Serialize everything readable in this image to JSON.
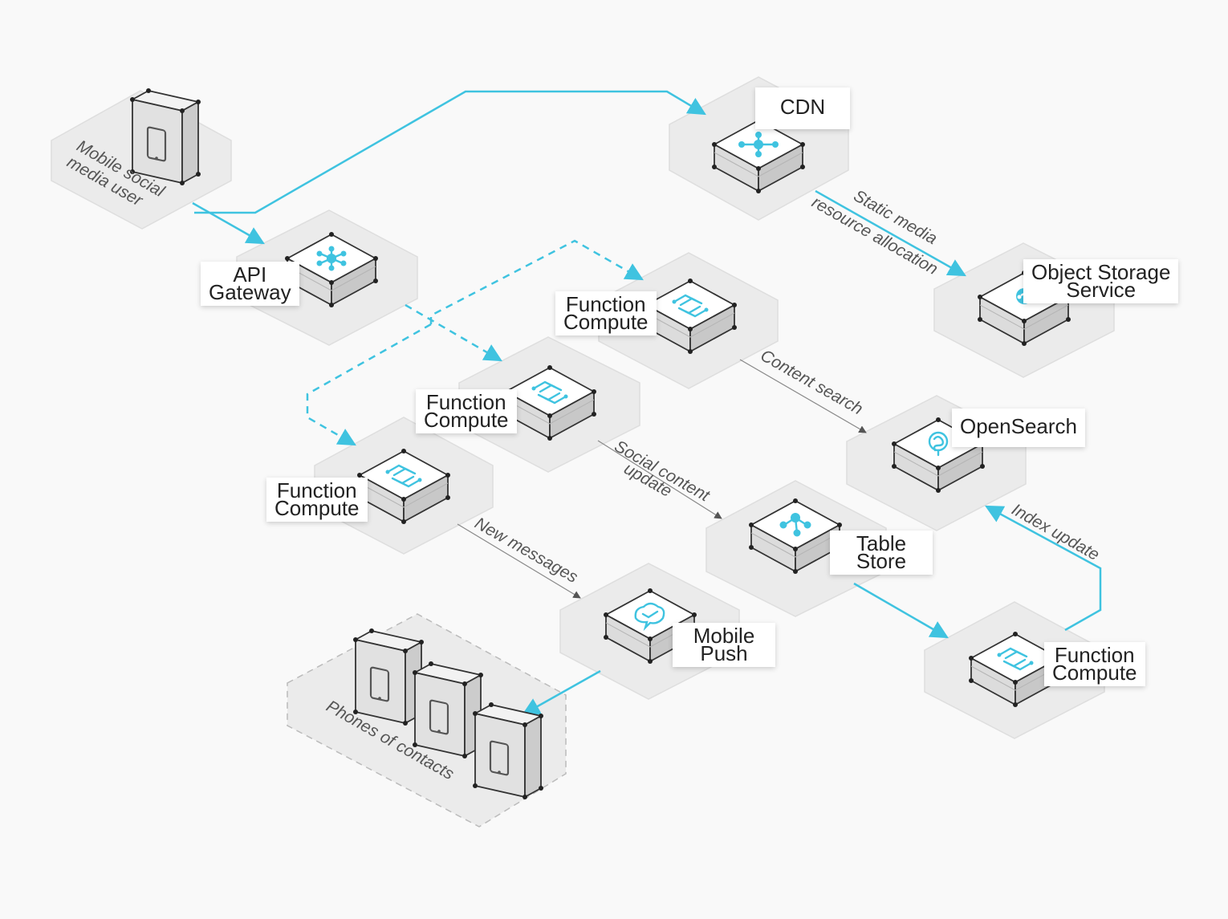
{
  "colors": {
    "accent": "#3fc3e0",
    "plate": "#ebebeb",
    "plate_stroke": "#d9d9d9",
    "label_bg": "#ffffff",
    "text": "#222222",
    "edge_text": "#555555"
  },
  "nodes": {
    "mobile_user": {
      "label": "Mobile social media user",
      "label_lines": [
        "Mobile social",
        "media user"
      ],
      "icon": "phone-device-icon"
    },
    "api_gateway": {
      "label_lines": [
        "API",
        "Gateway"
      ],
      "icon": "api-gateway-icon"
    },
    "cdn": {
      "label_lines": [
        "CDN"
      ],
      "icon": "cdn-icon"
    },
    "oss": {
      "label_lines": [
        "Object Storage",
        "Service"
      ],
      "icon": "object-storage-icon"
    },
    "fc_top": {
      "label_lines": [
        "Function",
        "Compute"
      ],
      "icon": "function-compute-icon"
    },
    "fc_mid": {
      "label_lines": [
        "Function",
        "Compute"
      ],
      "icon": "function-compute-icon"
    },
    "fc_left": {
      "label_lines": [
        "Function",
        "Compute"
      ],
      "icon": "function-compute-icon"
    },
    "opensearch": {
      "label_lines": [
        "OpenSearch"
      ],
      "icon": "opensearch-icon"
    },
    "table_store": {
      "label_lines": [
        "Table",
        "Store"
      ],
      "icon": "table-store-icon"
    },
    "mobile_push": {
      "label_lines": [
        "Mobile",
        "Push"
      ],
      "icon": "mobile-push-icon"
    },
    "fc_bottom": {
      "label_lines": [
        "Function",
        "Compute"
      ],
      "icon": "function-compute-icon"
    },
    "contacts": {
      "label": "Phones of contacts",
      "icon": "phone-device-icon"
    }
  },
  "edges": [
    {
      "from": "mobile_user",
      "to": "api_gateway",
      "label": "",
      "style": "solid"
    },
    {
      "from": "mobile_user",
      "to": "cdn",
      "label": "",
      "style": "solid"
    },
    {
      "from": "cdn",
      "to": "oss",
      "label_lines": [
        "Static media",
        "resource allocation"
      ],
      "style": "solid"
    },
    {
      "from": "api_gateway",
      "to": "fc_mid",
      "label": "",
      "style": "dashed"
    },
    {
      "from": "api_gateway",
      "to": "fc_top",
      "label": "",
      "style": "dashed"
    },
    {
      "from": "api_gateway",
      "to": "fc_left",
      "label": "",
      "style": "dashed"
    },
    {
      "from": "fc_top",
      "to": "opensearch",
      "label": "Content search",
      "style": "solid"
    },
    {
      "from": "fc_mid",
      "to": "table_store",
      "label_lines": [
        "Social content",
        "update"
      ],
      "style": "solid"
    },
    {
      "from": "fc_left",
      "to": "mobile_push",
      "label": "New messages",
      "style": "solid"
    },
    {
      "from": "table_store",
      "to": "fc_bottom",
      "label": "",
      "style": "solid"
    },
    {
      "from": "fc_bottom",
      "to": "opensearch",
      "label": "Index update",
      "style": "solid"
    },
    {
      "from": "mobile_push",
      "to": "contacts",
      "label": "",
      "style": "solid"
    }
  ]
}
